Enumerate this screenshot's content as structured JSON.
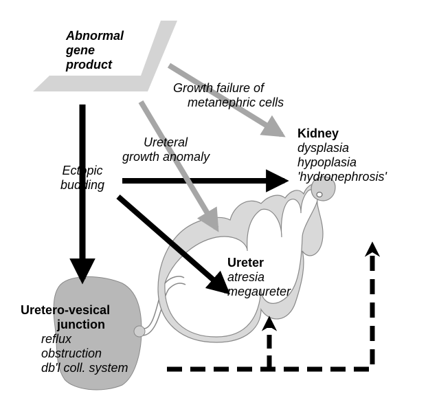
{
  "source": {
    "lines": [
      "Abnormal",
      "gene",
      "product"
    ]
  },
  "arrow_labels": {
    "growth_failure": [
      "Growth failure of",
      "metanephric cells"
    ],
    "ureteral_growth": [
      "Ureteral",
      "growth anomaly"
    ],
    "ectopic_budding": [
      "Ectopic",
      "budding"
    ]
  },
  "kidney": {
    "title": "Kidney",
    "items": [
      "dysplasia",
      "hypoplasia",
      "'hydronephrosis'"
    ]
  },
  "ureter": {
    "title": "Ureter",
    "items": [
      "atresia",
      "megaureter"
    ]
  },
  "uvj": {
    "title_lines": [
      "Uretero-vesical",
      "junction"
    ],
    "items": [
      "reflux",
      "obstruction",
      "db'l coll. system"
    ]
  },
  "colors": {
    "black_arrow": "#000000",
    "gray_arrow": "#a6a6a6",
    "organ_fill": "#d9d9d9",
    "bladder_fill": "#b8b8b8",
    "source_band": "#d4d4d4"
  }
}
